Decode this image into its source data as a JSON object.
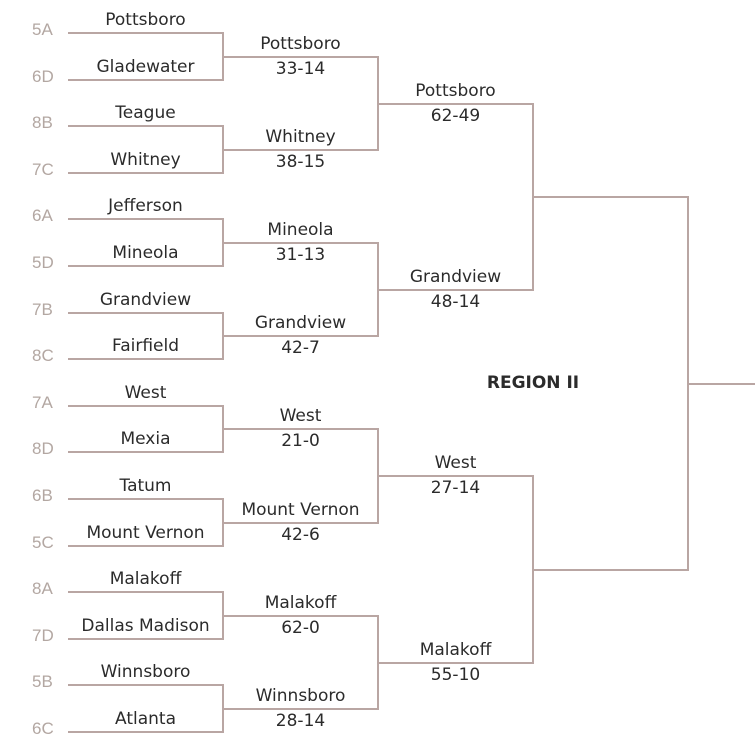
{
  "region_label": "REGION II",
  "round1": [
    {
      "seed": "5A",
      "team": "Pottsboro"
    },
    {
      "seed": "6D",
      "team": "Gladewater"
    },
    {
      "seed": "8B",
      "team": "Teague"
    },
    {
      "seed": "7C",
      "team": "Whitney"
    },
    {
      "seed": "6A",
      "team": "Jefferson"
    },
    {
      "seed": "5D",
      "team": "Mineola"
    },
    {
      "seed": "7B",
      "team": "Grandview"
    },
    {
      "seed": "8C",
      "team": "Fairfield"
    },
    {
      "seed": "7A",
      "team": "West"
    },
    {
      "seed": "8D",
      "team": "Mexia"
    },
    {
      "seed": "6B",
      "team": "Tatum"
    },
    {
      "seed": "5C",
      "team": "Mount Vernon"
    },
    {
      "seed": "8A",
      "team": "Malakoff"
    },
    {
      "seed": "7D",
      "team": "Dallas Madison"
    },
    {
      "seed": "5B",
      "team": "Winnsboro"
    },
    {
      "seed": "6C",
      "team": "Atlanta"
    }
  ],
  "round2": [
    {
      "team": "Pottsboro",
      "score": "33-14"
    },
    {
      "team": "Whitney",
      "score": "38-15"
    },
    {
      "team": "Mineola",
      "score": "31-13"
    },
    {
      "team": "Grandview",
      "score": "42-7"
    },
    {
      "team": "West",
      "score": "21-0"
    },
    {
      "team": "Mount Vernon",
      "score": "42-6"
    },
    {
      "team": "Malakoff",
      "score": "62-0"
    },
    {
      "team": "Winnsboro",
      "score": "28-14"
    }
  ],
  "round3": [
    {
      "team": "Pottsboro",
      "score": "62-49"
    },
    {
      "team": "Grandview",
      "score": "48-14"
    },
    {
      "team": "West",
      "score": "27-14"
    },
    {
      "team": "Malakoff",
      "score": "55-10"
    }
  ]
}
